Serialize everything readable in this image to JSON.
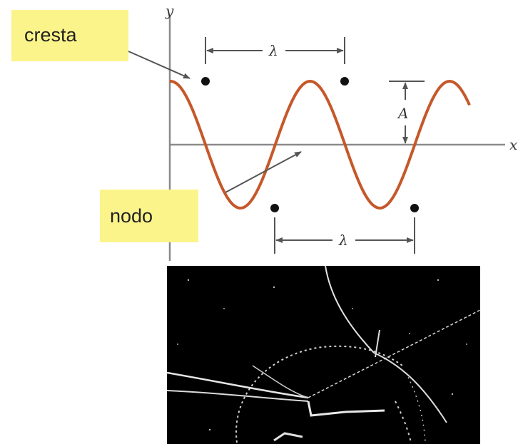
{
  "diagram": {
    "crest_label": "cresta",
    "node_label": "nodo",
    "x_axis_label": "x",
    "y_axis_label": "y",
    "wavelength_symbol": "λ",
    "amplitude_symbol": "A",
    "colors": {
      "wave": "#c5582a",
      "axis": "#8a8a8a",
      "label_bg": "#fbf48a",
      "annotation": "#555555"
    }
  },
  "photo": {
    "description_icon": "particle-tracks-image"
  }
}
